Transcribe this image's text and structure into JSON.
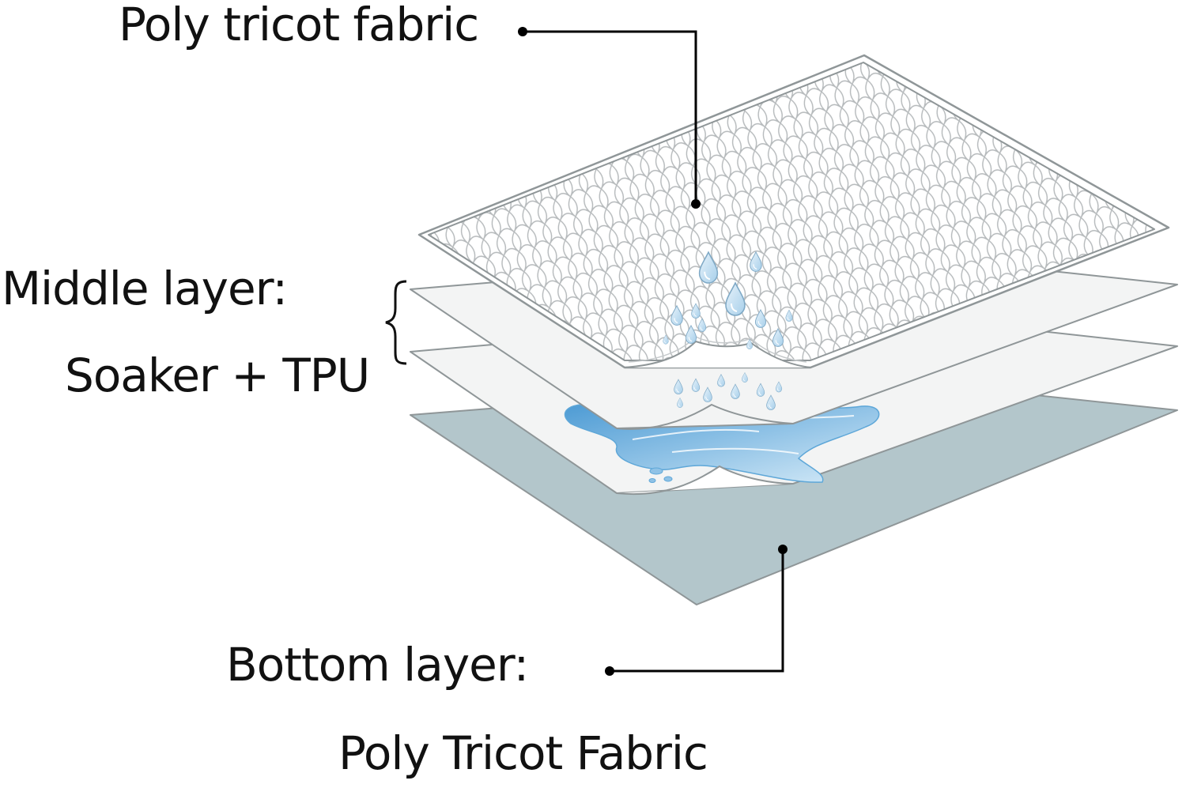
{
  "labels": {
    "top_layer": "Poly tricot fabric",
    "middle_layer_title": "Middle layer:",
    "middle_layer_detail": "Soaker + TPU",
    "bottom_layer_title": "Bottom layer:",
    "bottom_layer_detail": "Poly Tricot Fabric"
  },
  "colors": {
    "bottom_layer_fill": "#b3c6cb",
    "middle_layer_fill": "#f3f4f4",
    "top_layer_fill": "#ffffff",
    "outline": "#8f9698",
    "net_pattern": "#b5b9bb",
    "water": "#8fc2e6",
    "water_dark": "#4d9bd4",
    "leader_line": "#000000"
  },
  "icons": {
    "droplets": "water-droplet-icon",
    "puddle": "water-puddle-icon",
    "brace": "curly-brace"
  }
}
